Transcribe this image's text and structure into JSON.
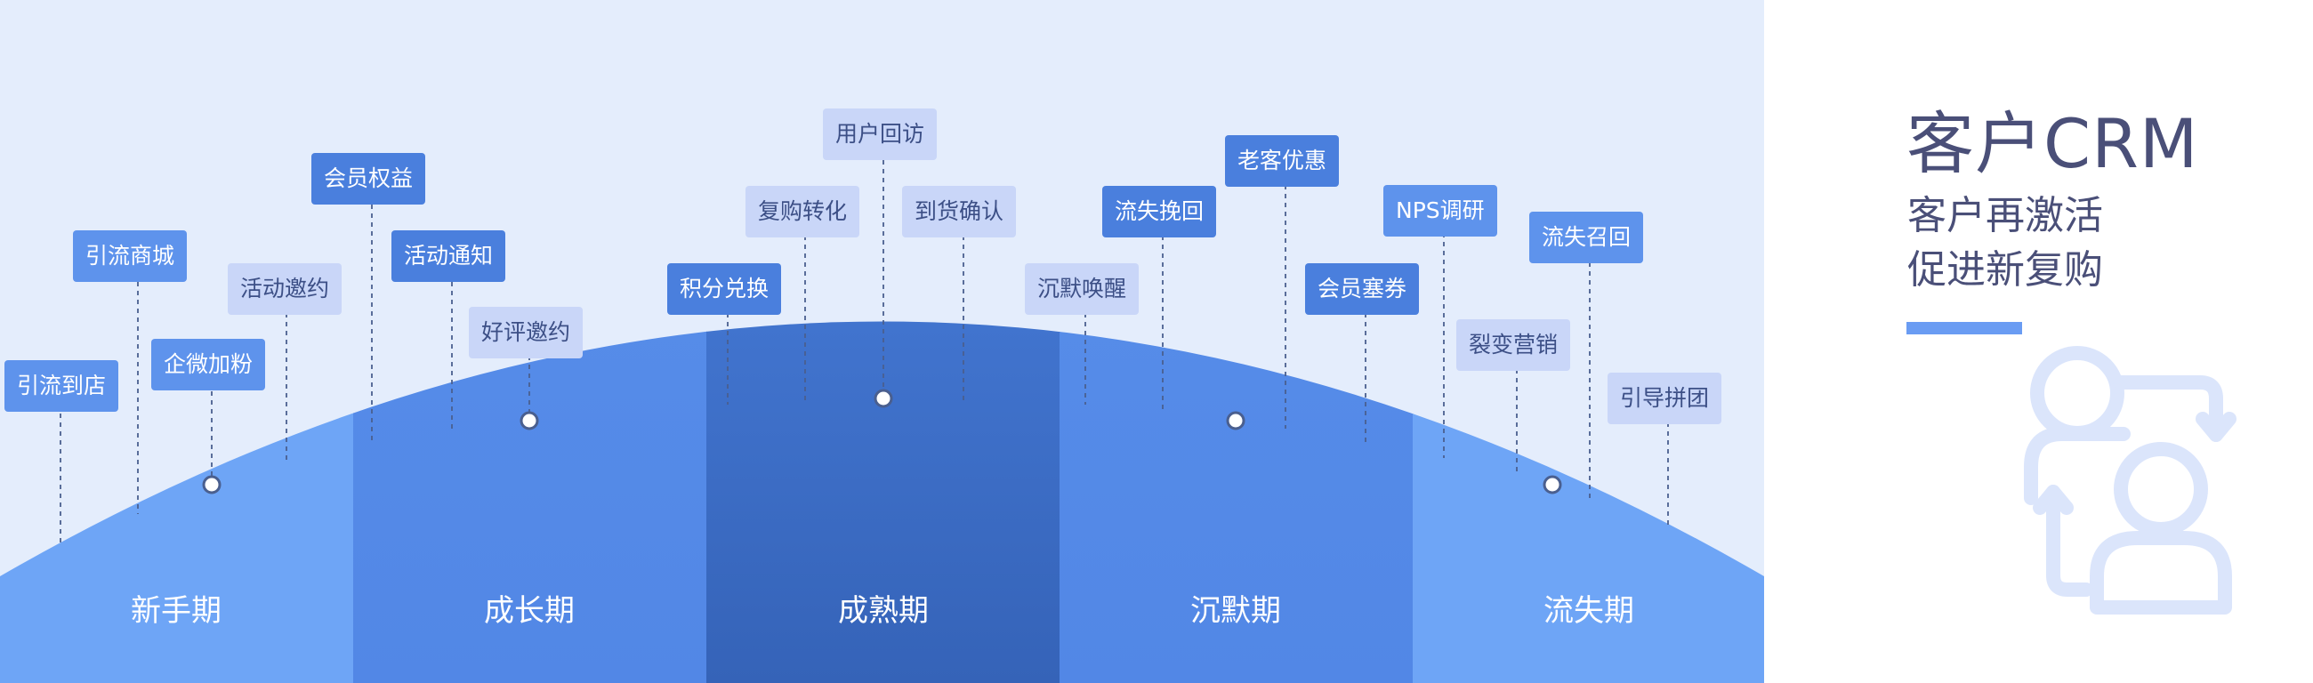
{
  "colors": {
    "diagram_bg": "#e4edfc",
    "stage_1": "#6ea5f6",
    "stage_2": "#5a92ec",
    "stage_3": "#4478d8",
    "stage_4": "#5a92ec",
    "stage_5": "#6ea5f6",
    "tag_blue": "#5e93ec",
    "tag_dark": "#4a7fdd",
    "tag_pale": "#c9d6f8",
    "title_text": "#4a4f78",
    "accent": "#6a9cf3",
    "icon": "#dbe5fb"
  },
  "panel": {
    "title": "客户CRM",
    "subtitle_line1": "客户再激活",
    "subtitle_line2": "促进新复购",
    "icon": "users-refresh-icon"
  },
  "stages": [
    {
      "label": "新手期"
    },
    {
      "label": "成长期"
    },
    {
      "label": "成熟期"
    },
    {
      "label": "沉默期"
    },
    {
      "label": "流失期"
    }
  ],
  "tags": [
    {
      "text": "引流到店",
      "stage": "新手期",
      "style": "blue"
    },
    {
      "text": "引流商城",
      "stage": "新手期",
      "style": "blue"
    },
    {
      "text": "企微加粉",
      "stage": "新手期",
      "style": "blue"
    },
    {
      "text": "活动邀约",
      "stage": "新手期",
      "style": "pale"
    },
    {
      "text": "会员权益",
      "stage": "成长期",
      "style": "dark"
    },
    {
      "text": "活动通知",
      "stage": "成长期",
      "style": "dark"
    },
    {
      "text": "好评邀约",
      "stage": "成长期",
      "style": "pale"
    },
    {
      "text": "积分兑换",
      "stage": "成熟期",
      "style": "dark"
    },
    {
      "text": "复购转化",
      "stage": "成熟期",
      "style": "pale"
    },
    {
      "text": "用户回访",
      "stage": "成熟期",
      "style": "pale"
    },
    {
      "text": "到货确认",
      "stage": "成熟期",
      "style": "pale"
    },
    {
      "text": "沉默唤醒",
      "stage": "沉默期",
      "style": "pale"
    },
    {
      "text": "流失挽回",
      "stage": "沉默期",
      "style": "dark"
    },
    {
      "text": "老客优惠",
      "stage": "沉默期",
      "style": "dark"
    },
    {
      "text": "会员塞券",
      "stage": "沉默期",
      "style": "dark"
    },
    {
      "text": "NPS调研",
      "stage": "流失期",
      "style": "blue"
    },
    {
      "text": "裂变营销",
      "stage": "流失期",
      "style": "pale"
    },
    {
      "text": "流失召回",
      "stage": "流失期",
      "style": "blue"
    },
    {
      "text": "引导拼团",
      "stage": "流失期",
      "style": "pale"
    }
  ]
}
